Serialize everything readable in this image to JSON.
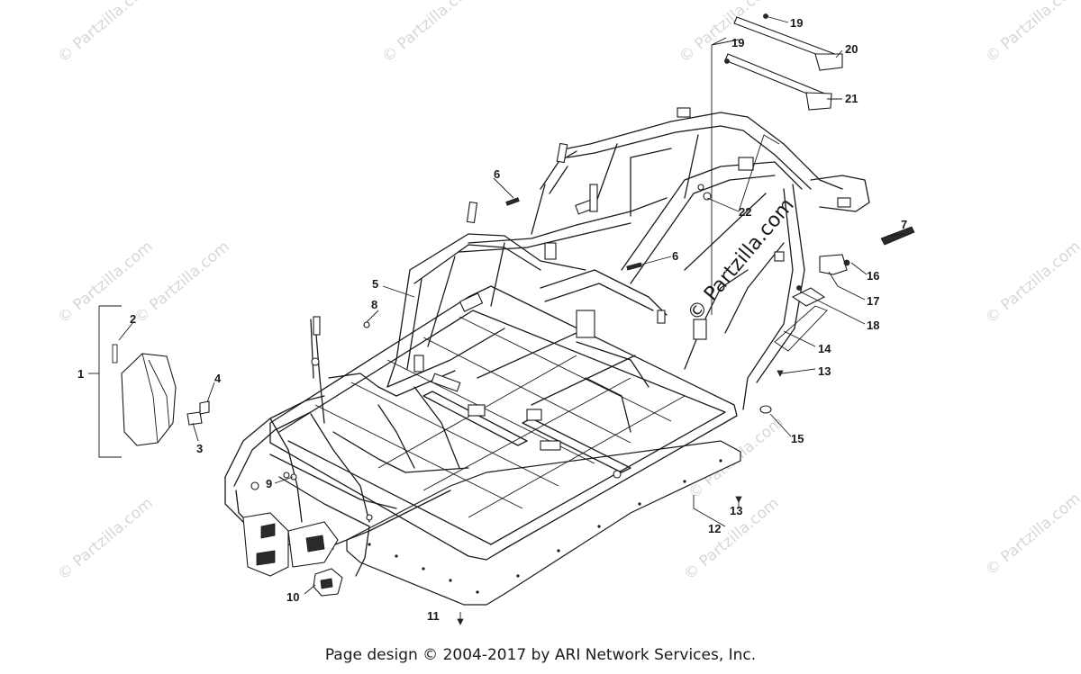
{
  "callouts": [
    {
      "id": "1",
      "label": "1"
    },
    {
      "id": "2",
      "label": "2"
    },
    {
      "id": "3",
      "label": "3"
    },
    {
      "id": "4",
      "label": "4"
    },
    {
      "id": "5",
      "label": "5"
    },
    {
      "id": "6a",
      "label": "6"
    },
    {
      "id": "6b",
      "label": "6"
    },
    {
      "id": "7",
      "label": "7"
    },
    {
      "id": "8",
      "label": "8"
    },
    {
      "id": "9",
      "label": "9"
    },
    {
      "id": "10",
      "label": "10"
    },
    {
      "id": "11",
      "label": "11"
    },
    {
      "id": "12",
      "label": "12"
    },
    {
      "id": "13a",
      "label": "13"
    },
    {
      "id": "13b",
      "label": "13"
    },
    {
      "id": "14",
      "label": "14"
    },
    {
      "id": "15",
      "label": "15"
    },
    {
      "id": "16",
      "label": "16"
    },
    {
      "id": "17",
      "label": "17"
    },
    {
      "id": "18",
      "label": "18"
    },
    {
      "id": "19a",
      "label": "19"
    },
    {
      "id": "19b",
      "label": "19"
    },
    {
      "id": "20",
      "label": "20"
    },
    {
      "id": "21",
      "label": "21"
    },
    {
      "id": "22",
      "label": "22"
    }
  ],
  "watermark": "© Partzilla.com",
  "footer": "Page design © 2004-2017 by ARI Network Services, Inc."
}
